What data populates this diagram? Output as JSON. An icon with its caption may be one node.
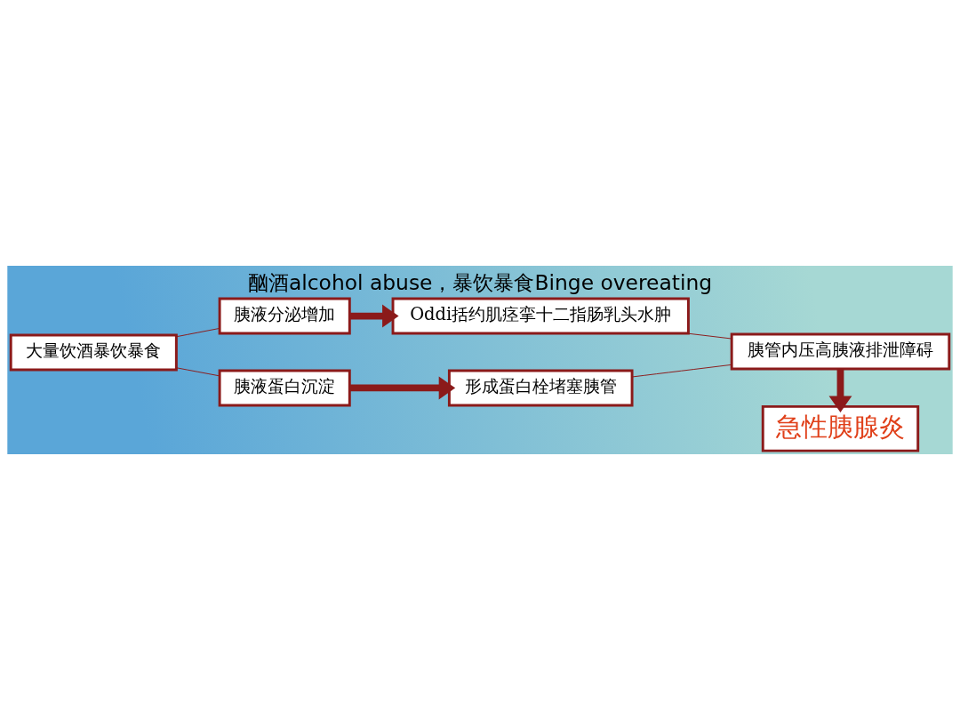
{
  "diagram": {
    "title": "酗酒alcohol abuse，暴饮暴食Binge overeating",
    "nodes": [
      {
        "text": [
          "大量饮酒暴饮暴食"
        ]
      },
      {
        "text": [
          "胰液分泌增加"
        ]
      },
      {
        "text": [
          "Oddi括约肌痉挛十二指肠乳头水肿"
        ]
      },
      {
        "text": [
          "胰液蛋白沉淀"
        ]
      },
      {
        "text": [
          "形成蛋白栓堵塞胰管"
        ]
      },
      {
        "text": [
          "胰管内压高胰液排泄障碍"
        ]
      },
      {
        "text": [
          "急性胰腺炎"
        ]
      }
    ],
    "edges": [
      {
        "from": 0,
        "to": 1,
        "arrow": "none"
      },
      {
        "from": 0,
        "to": 3,
        "arrow": "none"
      },
      {
        "from": 1,
        "to": 2,
        "arrow": "to",
        "style": "thick"
      },
      {
        "from": 3,
        "to": 4,
        "arrow": "to",
        "style": "thick"
      },
      {
        "from": 2,
        "to": 5,
        "arrow": "none"
      },
      {
        "from": 4,
        "to": 5,
        "arrow": "none"
      },
      {
        "from": 5,
        "to": 6,
        "arrow": "to",
        "style": "thick"
      }
    ]
  }
}
